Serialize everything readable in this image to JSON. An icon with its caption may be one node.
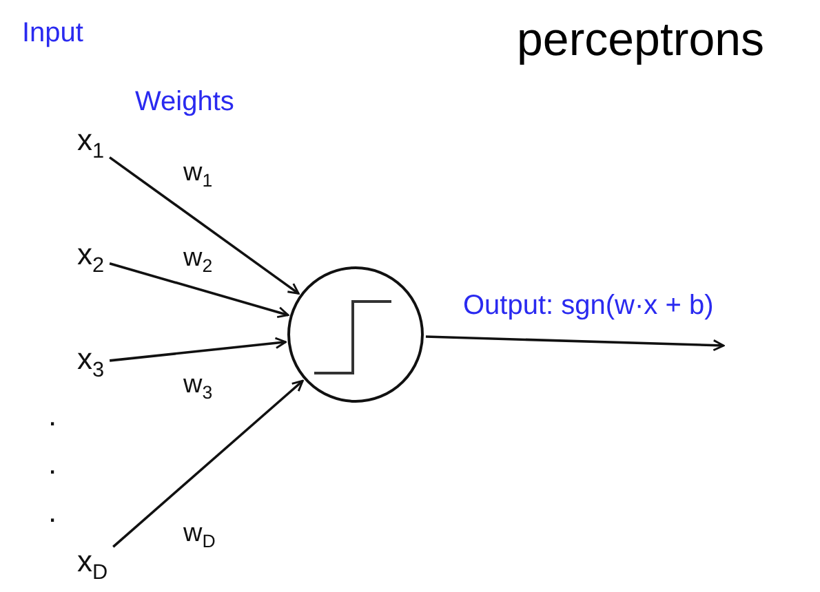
{
  "diagram": {
    "title": "perceptrons",
    "nodes": [
      {
        "text": [
          "x$_{1}$"
        ]
      },
      {
        "text": [
          "x$_{2}$"
        ]
      },
      {
        "text": [
          "x$_{3}$"
        ]
      },
      {
        "text": [
          "x$_{D}$"
        ]
      },
      {
        "text": [],
        "shape": "circle"
      }
    ],
    "edges": [
      {
        "from": 0,
        "to": 4,
        "arrow": "to",
        "label": "w$_{1}$"
      },
      {
        "from": 1,
        "to": 4,
        "arrow": "to",
        "label": "w$_{2}$"
      },
      {
        "from": 2,
        "to": 4,
        "arrow": "to",
        "label": "w$_{3}$"
      },
      {
        "from": 3,
        "to": 4,
        "arrow": "to",
        "label": "w$_{D}$"
      },
      {
        "from": 4,
        "to": null,
        "arrow": "to",
        "label": "Output: sgn(w·x + b)"
      }
    ],
    "labels": [
      "Input",
      "Weights",
      ".",
      ".",
      "."
    ]
  }
}
